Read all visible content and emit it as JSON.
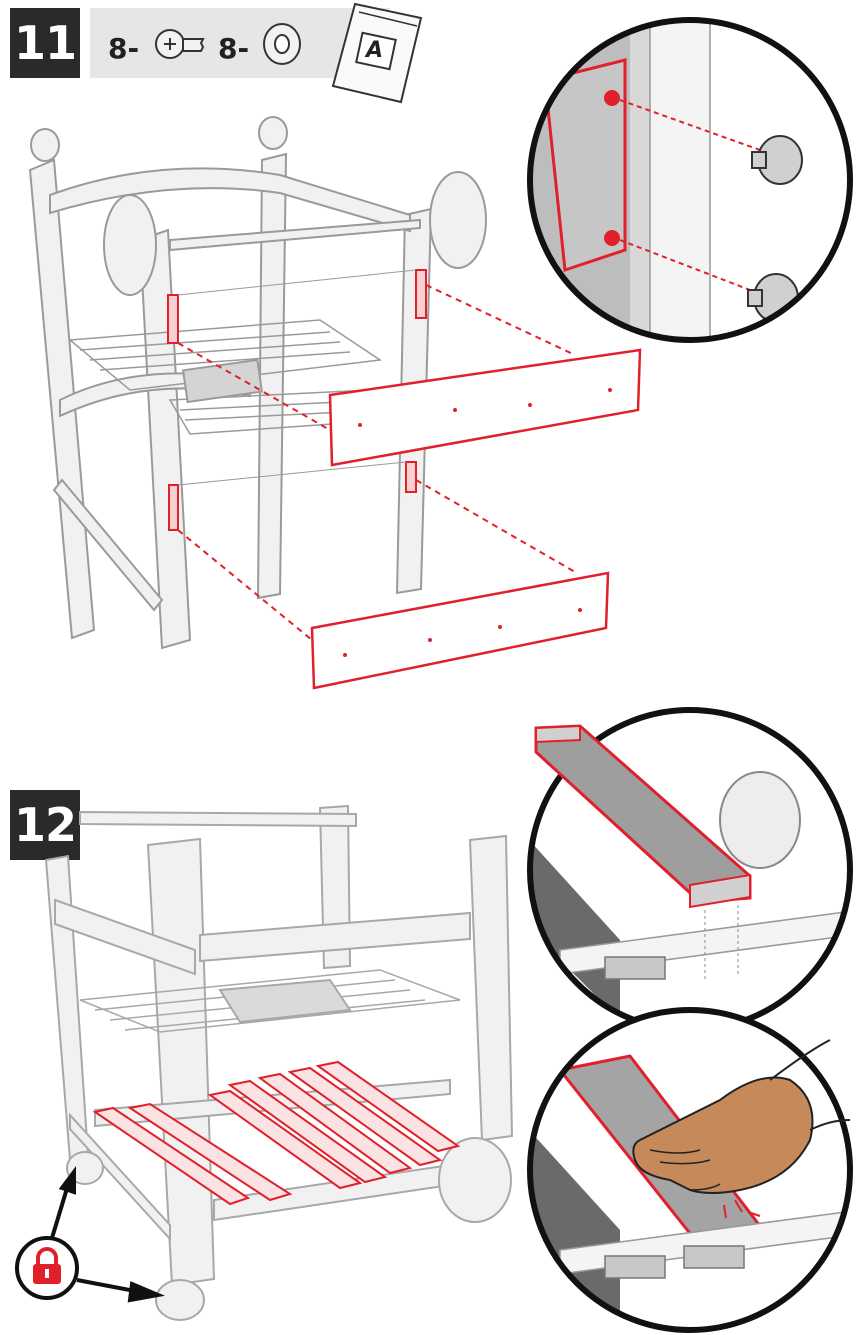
{
  "steps": [
    {
      "number": "11",
      "parts": [
        {
          "qty": "8-",
          "icon": "screw-icon"
        },
        {
          "qty": "8-",
          "icon": "washer-icon"
        }
      ],
      "bag": "A"
    },
    {
      "number": "12",
      "icon": "lock-icon"
    }
  ],
  "colors": {
    "highlight": "#e0202a",
    "badge": "#2a2a2a",
    "outline": "#9a9a9a",
    "skin": "#c68a5a"
  }
}
